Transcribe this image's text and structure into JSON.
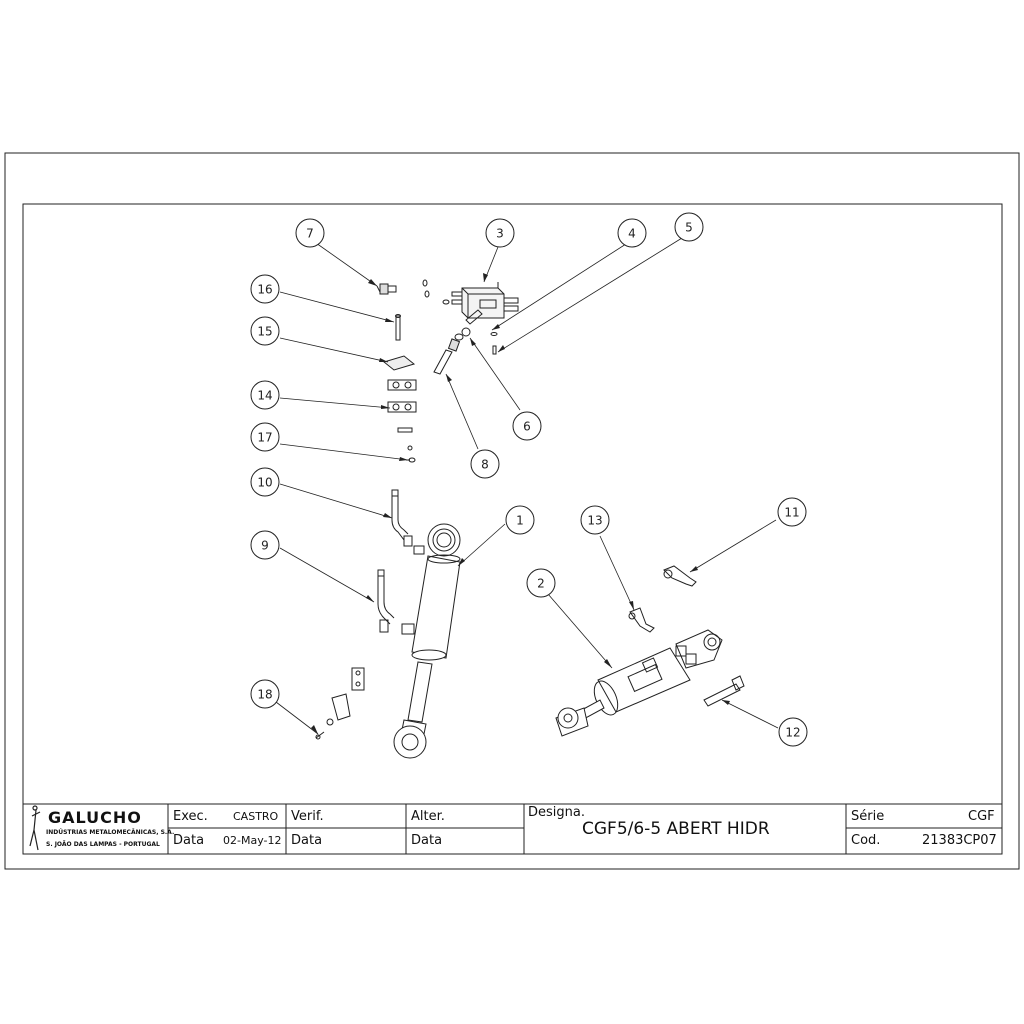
{
  "callouts": [
    {
      "number": "1"
    },
    {
      "number": "2"
    },
    {
      "number": "3"
    },
    {
      "number": "4"
    },
    {
      "number": "5"
    },
    {
      "number": "6"
    },
    {
      "number": "7"
    },
    {
      "number": "8"
    },
    {
      "number": "9"
    },
    {
      "number": "10"
    },
    {
      "number": "11"
    },
    {
      "number": "12"
    },
    {
      "number": "13"
    },
    {
      "number": "14"
    },
    {
      "number": "15"
    },
    {
      "number": "16"
    },
    {
      "number": "17"
    },
    {
      "number": "18"
    }
  ],
  "title_block": {
    "company": "GALUCHO",
    "company_line1": "INDÚSTRIAS METALOMECÂNICAS, S.A.",
    "company_line2": "S. JOÃO DAS LAMPAS - PORTUGAL",
    "exec_label": "Exec.",
    "exec_value": "CASTRO",
    "date_label": "Data",
    "date_value": "02-May-12",
    "verif_label": "Verif.",
    "verif_date_label": "Data",
    "alter_label": "Alter.",
    "alter_date_label": "Data",
    "designation_label": "Designa.",
    "designation_value": "CGF5/6-5 ABERT HIDR",
    "serie_label": "Série",
    "serie_value": "CGF",
    "cod_label": "Cod.",
    "cod_value": "21383CP07"
  },
  "colors": {
    "line": "#222222",
    "paper": "#ffffff"
  }
}
